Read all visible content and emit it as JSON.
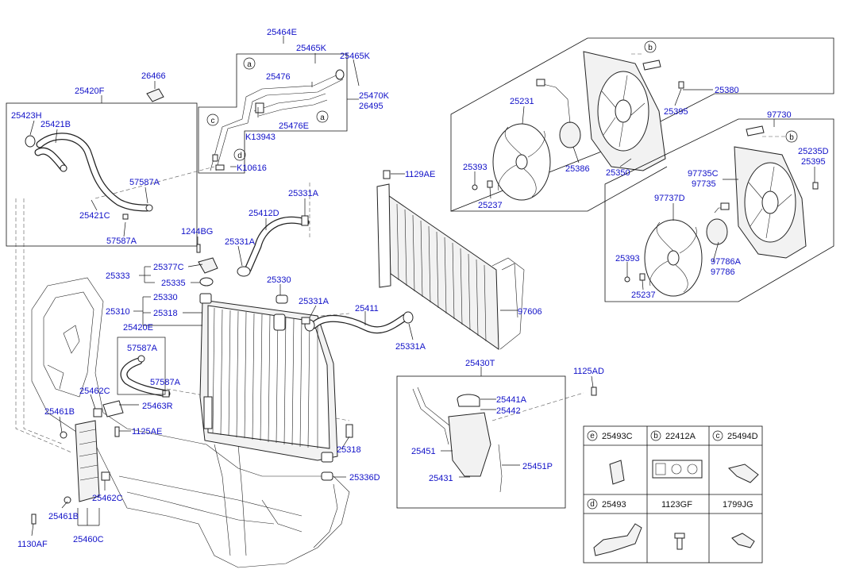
{
  "labels": {
    "p25464E": "25464E",
    "p25465K_a": "25465K",
    "p25465K_b": "25465K",
    "p25476": "25476",
    "p25470K": "25470K",
    "p26495": "26495",
    "p25476E": "25476E",
    "pK13943": "K13943",
    "pK10616": "K10616",
    "p26466": "26466",
    "p25420F": "25420F",
    "p25423H": "25423H",
    "p25421B": "25421B",
    "p57587A_1": "57587A",
    "p25421C": "25421C",
    "p57587A_2": "57587A",
    "p25331A_1": "25331A",
    "p25412D": "25412D",
    "p1244BG": "1244BG",
    "p25331A_2": "25331A",
    "p25333": "25333",
    "p25377C": "25377C",
    "p25335": "25335",
    "p25330_1": "25330",
    "p25330_2": "25330",
    "p25310": "25310",
    "p25318_1": "25318",
    "p25420E": "25420E",
    "p57587A_3": "57587A",
    "p57587A_4": "57587A",
    "p25462C_1": "25462C",
    "p25463R": "25463R",
    "p25461B_1": "25461B",
    "p1125AE": "1125AE",
    "p25331A_3": "25331A",
    "p25411": "25411",
    "p25331A_4": "25331A",
    "p1129AE": "1129AE",
    "p97606": "97606",
    "p25318_2": "25318",
    "p25336D": "25336D",
    "p25462C_2": "25462C",
    "p25461B_2": "25461B",
    "p1130AF": "1130AF",
    "p25460C": "25460C",
    "p25430T": "25430T",
    "p1125AD": "1125AD",
    "p25441A": "25441A",
    "p25442": "25442",
    "p25451": "25451",
    "p25451P": "25451P",
    "p25431": "25431",
    "p25231": "25231",
    "p25386": "25386",
    "p25350": "25350",
    "p25393_1": "25393",
    "p25237_1": "25237",
    "p25395_1": "25395",
    "p25380": "25380",
    "p97730": "97730",
    "p25235D": "25235D",
    "p25395_2": "25395",
    "p97735C": "97735C",
    "p97735": "97735",
    "p97737D": "97737D",
    "p25393_2": "25393",
    "p25237_2": "25237",
    "p97786A": "97786A",
    "p97786": "97786"
  },
  "circles": {
    "a1": "a",
    "a2": "a",
    "b1": "b",
    "b2": "b",
    "c1": "c",
    "d1": "d"
  },
  "legend": {
    "cells": [
      {
        "letter": "e",
        "code": "25493C"
      },
      {
        "letter": "b",
        "code": "22412A"
      },
      {
        "letter": "c",
        "code": "25494D"
      },
      {
        "letter": "d",
        "code": "25493"
      },
      {
        "letter": "",
        "code": "1123GF"
      },
      {
        "letter": "",
        "code": "1799JG"
      }
    ]
  }
}
